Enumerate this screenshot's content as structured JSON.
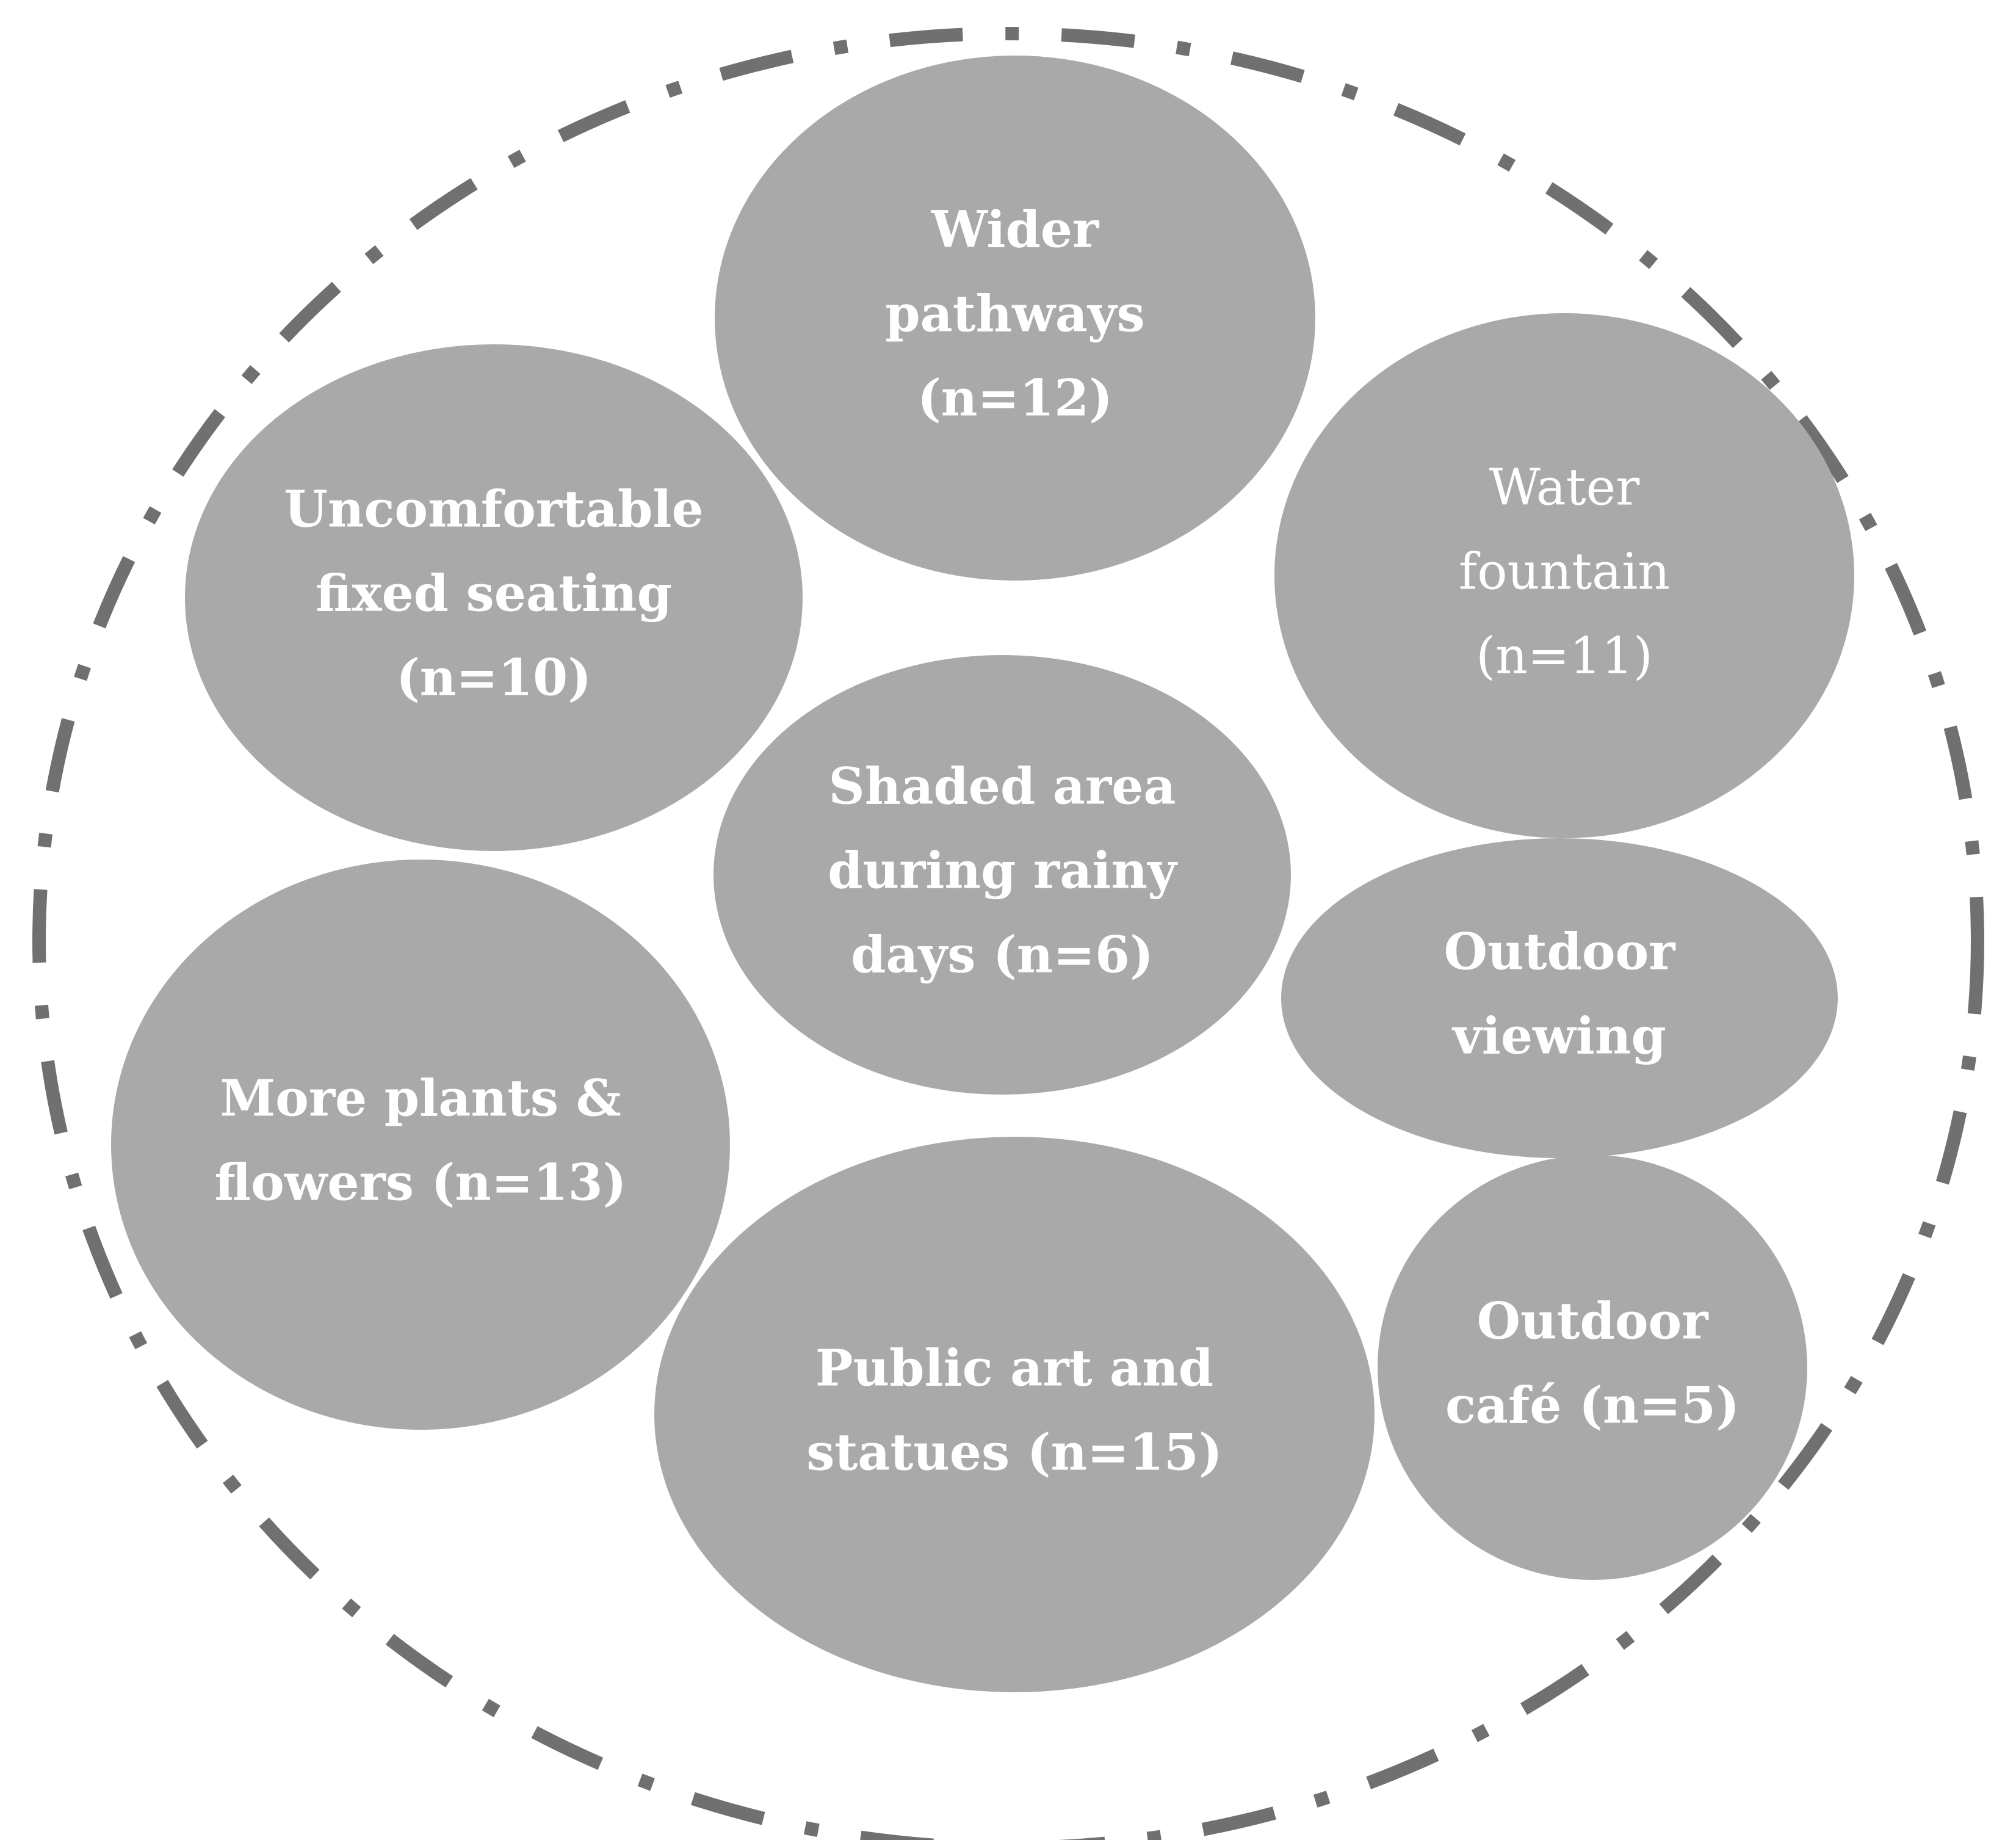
{
  "bubbles": [
    {
      "id": "wider-pathways",
      "lines": [
        "Wider",
        "pathways",
        "(n=12)"
      ],
      "n": 12,
      "weight": "bold"
    },
    {
      "id": "uncomfortable-fixed-seating",
      "lines": [
        "Uncomfortable",
        "fixed seating",
        "(n=10)"
      ],
      "n": 10,
      "weight": "bold"
    },
    {
      "id": "water-fountain",
      "lines": [
        "Water",
        "fountain",
        "(n=11)"
      ],
      "n": 11,
      "weight": "normal"
    },
    {
      "id": "shaded-area-rainy-days",
      "lines": [
        "Shaded area",
        "during rainy",
        "days (n=6)"
      ],
      "n": 6,
      "weight": "bold"
    },
    {
      "id": "outdoor-viewing",
      "lines": [
        "Outdoor",
        "viewing"
      ],
      "n": null,
      "weight": "bold"
    },
    {
      "id": "more-plants-flowers",
      "lines": [
        "More plants &",
        "flowers (n=13)"
      ],
      "n": 13,
      "weight": "bold"
    },
    {
      "id": "public-art-statues",
      "lines": [
        "Public art and",
        "statues (n=15)"
      ],
      "n": 15,
      "weight": "bold"
    },
    {
      "id": "outdoor-cafe",
      "lines": [
        "Outdoor",
        "café (n=5)"
      ],
      "n": 5,
      "weight": "bold"
    }
  ],
  "colors": {
    "bubble_fill": "#a9a9a9",
    "boundary_stroke": "#707070",
    "text": "#ffffff",
    "background": "#ffffff"
  }
}
